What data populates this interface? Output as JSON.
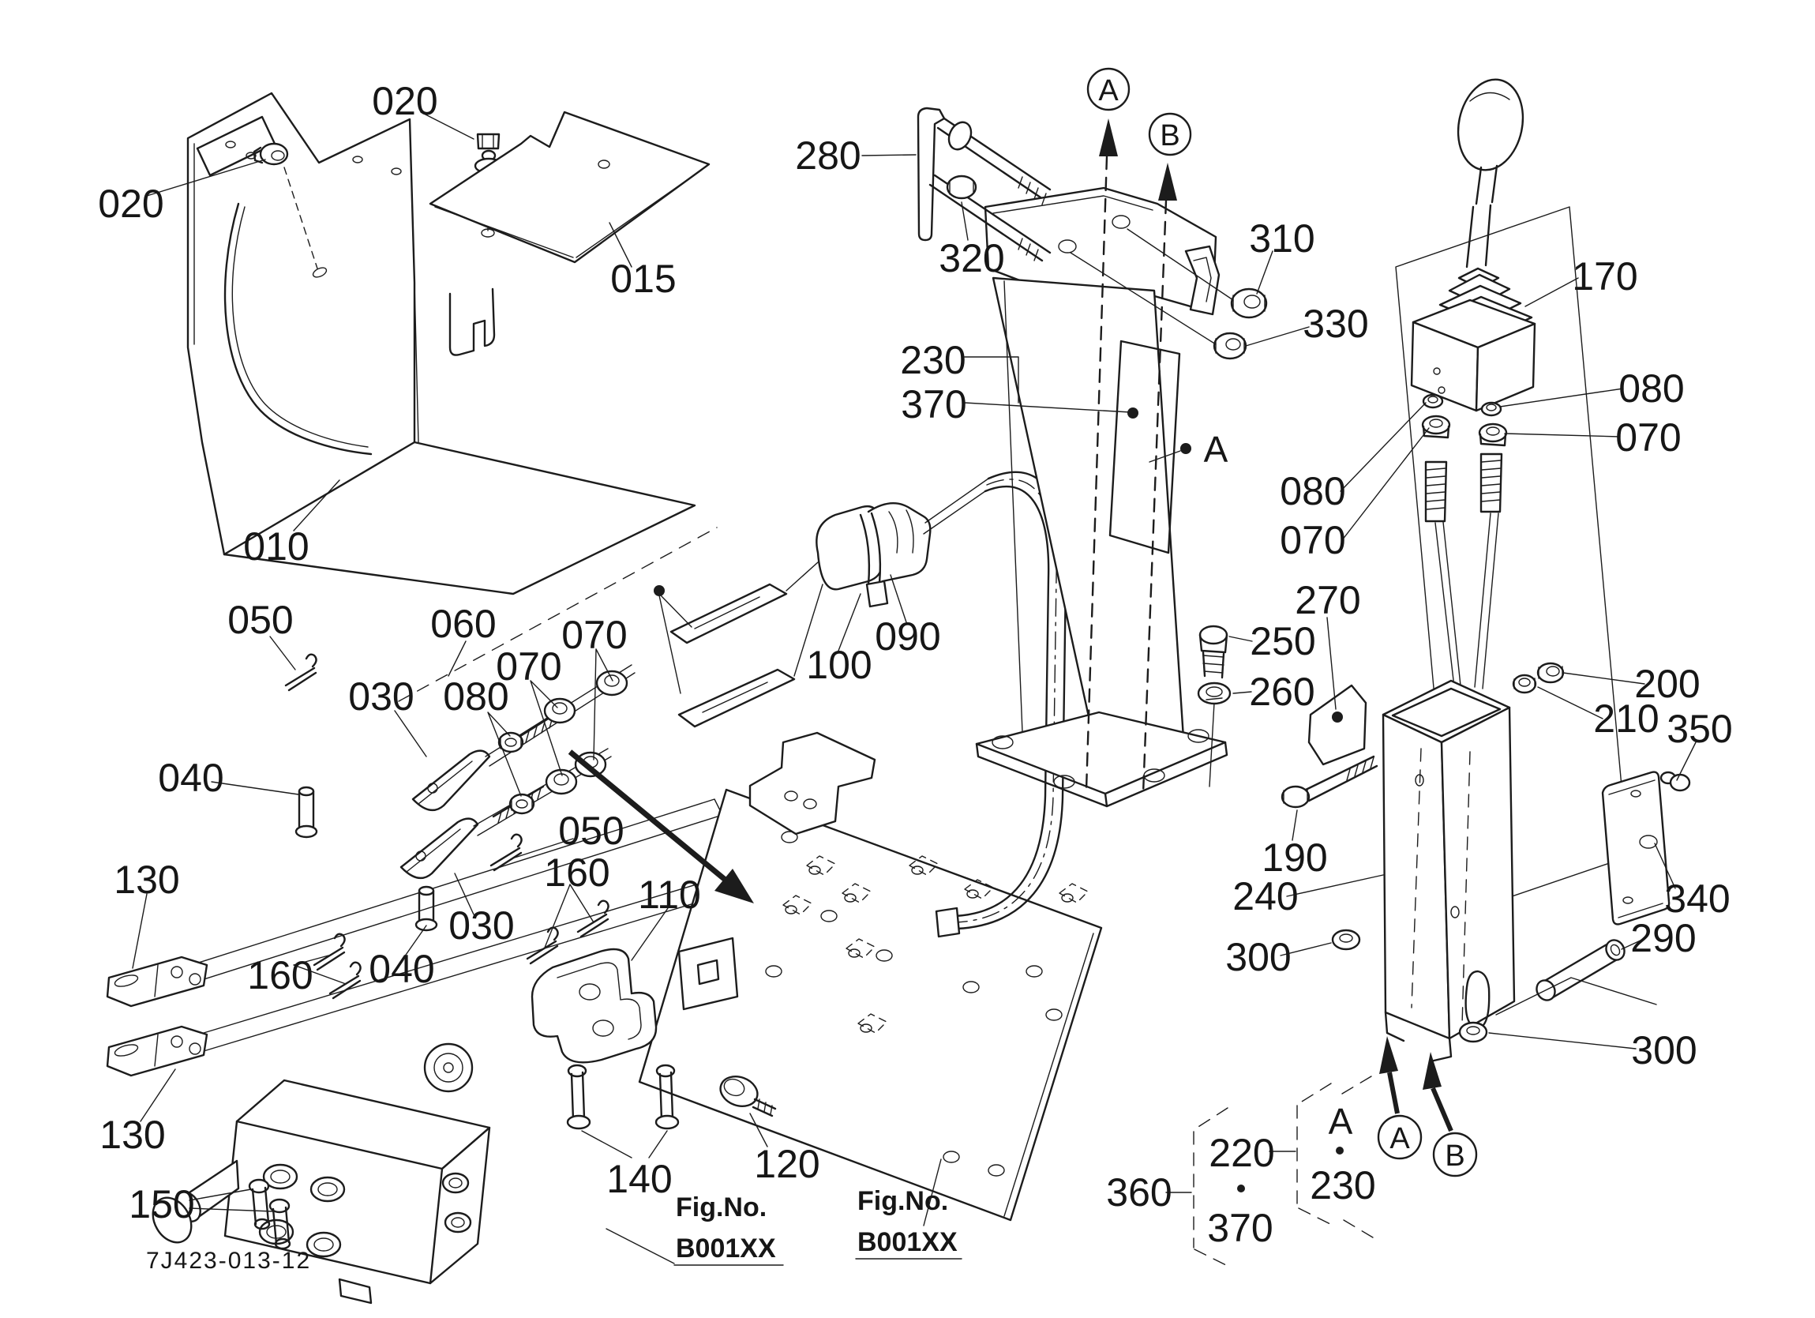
{
  "drawing_number": "7J423-013-12",
  "fig_refs": [
    {
      "label": "Fig.No.",
      "value": "B001XX"
    },
    {
      "label": "Fig.No.",
      "value": "B001XX"
    }
  ],
  "view_markers": {
    "a": "A",
    "b": "B"
  },
  "labels": {
    "c010": "010",
    "c015": "015",
    "c020a": "020",
    "c020b": "020",
    "c030a": "030",
    "c030b": "030",
    "c040a": "040",
    "c040b": "040",
    "c050a": "050",
    "c050b": "050",
    "c060": "060",
    "c070a": "070",
    "c070b": "070",
    "c070c": "070",
    "c070d": "070",
    "c080a": "080",
    "c080b": "080",
    "c080c": "080",
    "c090": "090",
    "c100": "100",
    "c110": "110",
    "c120": "120",
    "c130a": "130",
    "c130b": "130",
    "c140": "140",
    "c150": "150",
    "c160a": "160",
    "c160b": "160",
    "c170": "170",
    "c190": "190",
    "c200": "200",
    "c210": "210",
    "c220": "220",
    "c230a": "230",
    "c230b": "230",
    "c240": "240",
    "c250": "250",
    "c260": "260",
    "c270": "270",
    "c280": "280",
    "c290": "290",
    "c300a": "300",
    "c300b": "300",
    "c310": "310",
    "c320": "320",
    "c330": "330",
    "c340": "340",
    "c350": "350",
    "c360": "360",
    "c370a": "370",
    "c370b": "370"
  }
}
